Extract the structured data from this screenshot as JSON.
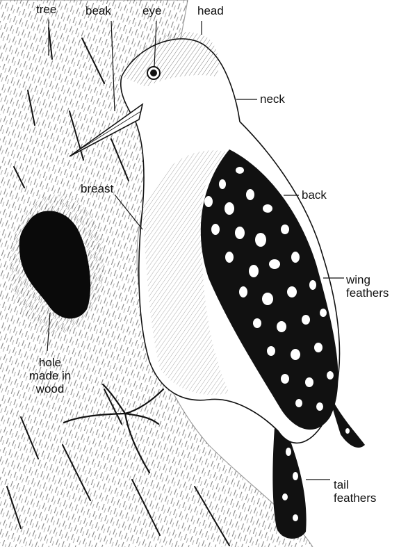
{
  "diagram": {
    "labels": {
      "tree": "tree",
      "beak": "beak",
      "eye": "eye",
      "head": "head",
      "neck": "neck",
      "breast": "breast",
      "back": "back",
      "wing_feathers": "wing\nfeathers",
      "hole": "hole\nmade in\nwood",
      "tail_feathers": "tail\nfeathers"
    },
    "colors": {
      "ink": "#111111",
      "paper": "#ffffff"
    }
  }
}
